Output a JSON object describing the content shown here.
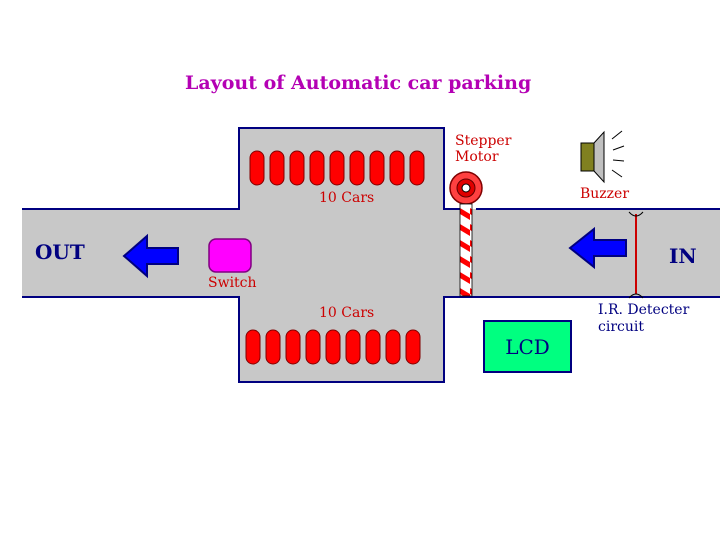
{
  "title": "Layout of Automatic car parking",
  "labels": {
    "stepper_motor_line1": "Stepper",
    "stepper_motor_line2": "Motor",
    "buzzer": "Buzzer",
    "cars_top": "10 Cars",
    "cars_bottom": "10 Cars",
    "out": "OUT",
    "in": "IN",
    "switch": "Switch",
    "ir_line1": "I.R. Detecter",
    "ir_line2": "circuit",
    "lcd": "LCD"
  },
  "colors": {
    "road": "#c8c8c8",
    "border": "#000080",
    "car": "#ff0000",
    "arrow": "#0000ff",
    "switch": "#ff00ff",
    "lcd": "#00ff80",
    "title": "#b400b4"
  }
}
